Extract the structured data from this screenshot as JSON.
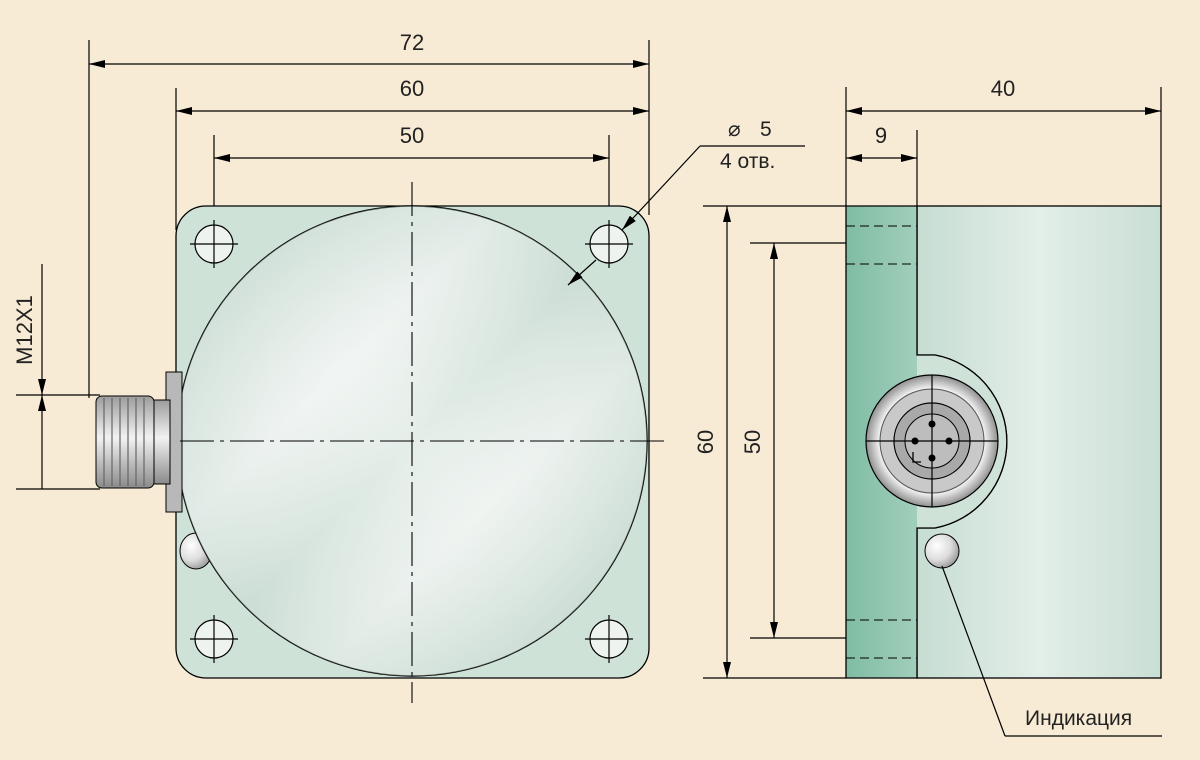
{
  "dimensions": {
    "front_total_width": "72",
    "front_body_width": "60",
    "front_hole_spacing": "50",
    "hole_diameter_symbol": "⌀",
    "hole_diameter": "5",
    "hole_count_label": "4 отв.",
    "thread_label": "M12X1",
    "side_depth": "40",
    "side_flange": "9",
    "side_height": "60",
    "side_hole_spacing": "50"
  },
  "labels": {
    "indication": "Индикация"
  },
  "colors": {
    "background": "#f8ebd5",
    "body": "#cfe2d8",
    "flange": "#8fc4ae",
    "face_light": "#f4f6f4",
    "face_dark": "#b9d2c6"
  }
}
